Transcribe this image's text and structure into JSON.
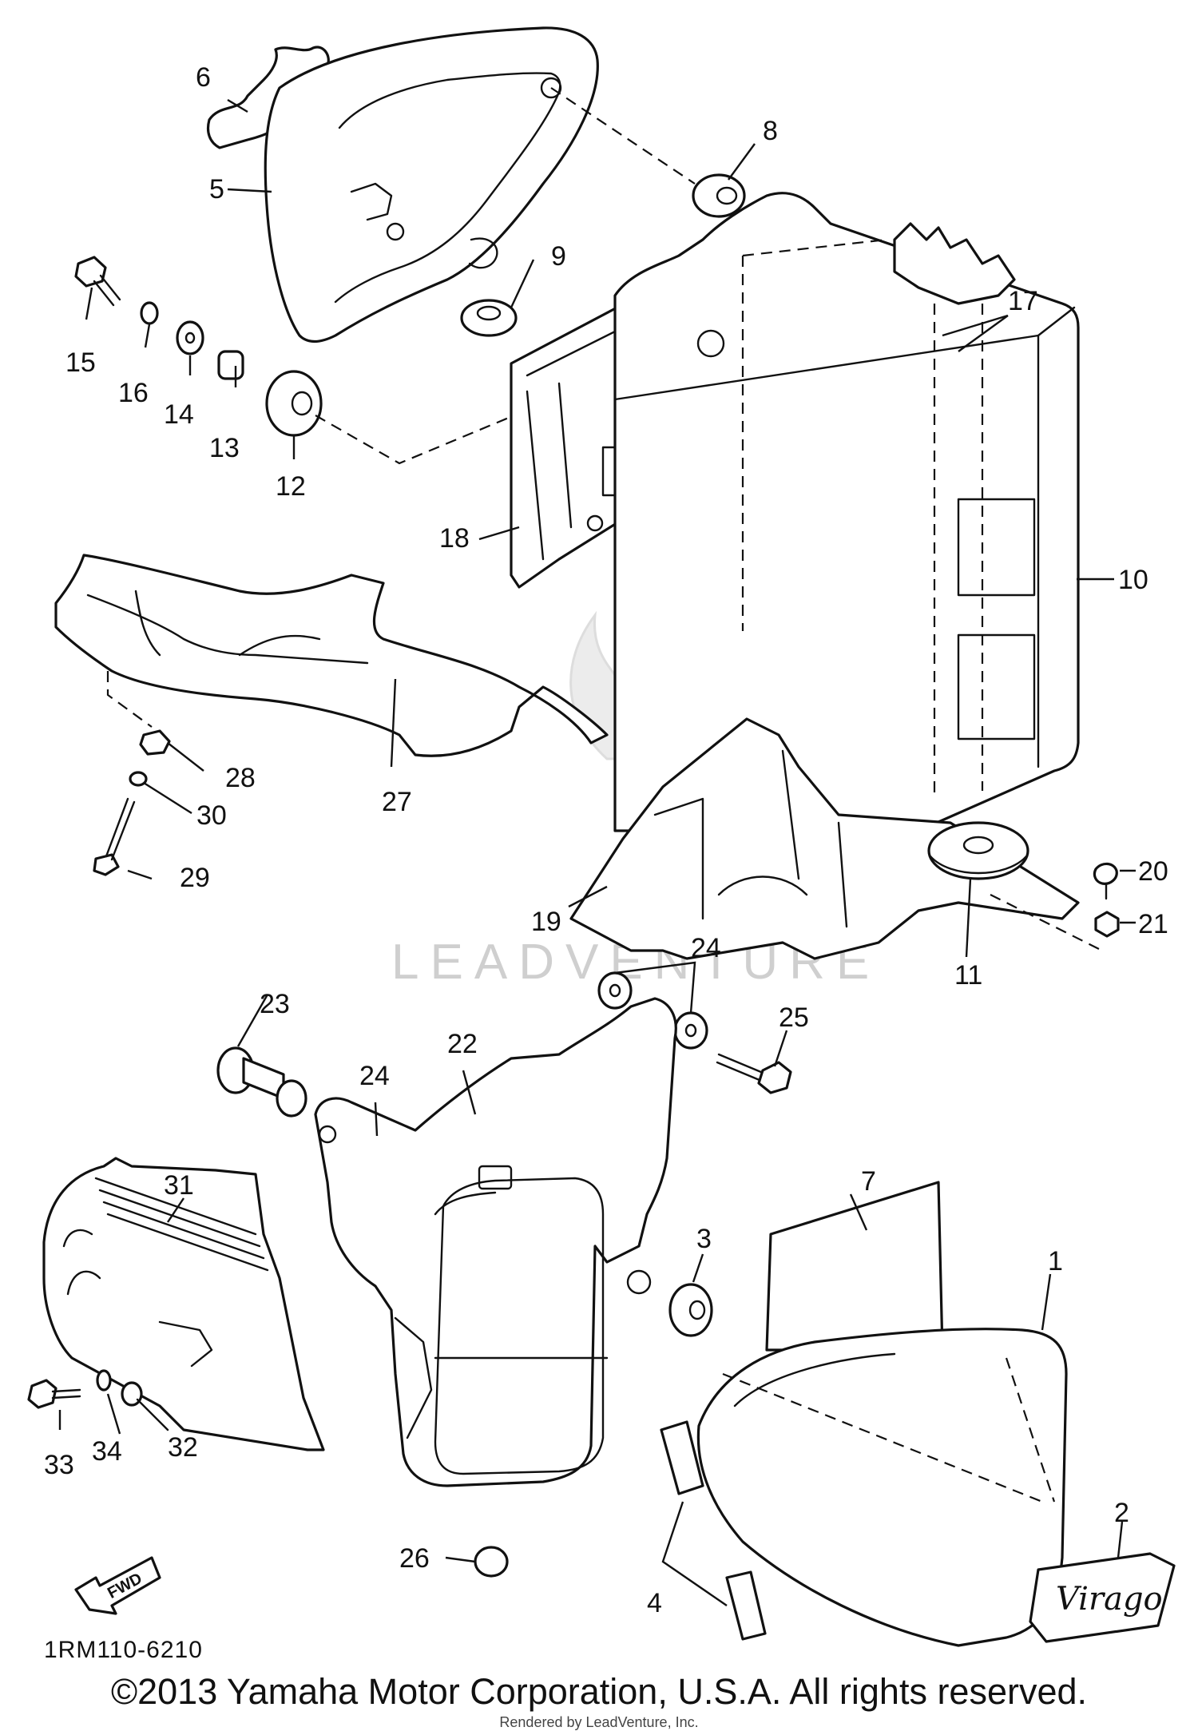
{
  "callouts": {
    "p1": "1",
    "p2": "2",
    "p3": "3",
    "p4": "4",
    "p5": "5",
    "p6": "6",
    "p7": "7",
    "p8": "8",
    "p9": "9",
    "p10": "10",
    "p11": "11",
    "p12": "12",
    "p13": "13",
    "p14": "14",
    "p15": "15",
    "p16": "16",
    "p17": "17",
    "p18": "18",
    "p19": "19",
    "p20": "20",
    "p21": "21",
    "p22": "22",
    "p23": "23",
    "p24a": "24",
    "p24b": "24",
    "p25": "25",
    "p26": "26",
    "p27": "27",
    "p28": "28",
    "p29": "29",
    "p30": "30",
    "p31": "31",
    "p32": "32",
    "p33": "33",
    "p34": "34"
  },
  "watermark": "LEADVENTURE",
  "arrow_label": "FWD",
  "emblem_text": "Virago",
  "diagram_code": "1RM110-6210",
  "copyright": "©2013 Yamaha Motor Corporation, U.S.A. All rights reserved.",
  "rendered_by": "Rendered by LeadVenture, Inc.",
  "icons": {
    "watermark_logo": "leadventure-flame-icon",
    "direction_arrow": "fwd-arrow-icon"
  },
  "colors": {
    "line": "#111111",
    "watermark": "#cfcfcf",
    "background": "#ffffff"
  }
}
